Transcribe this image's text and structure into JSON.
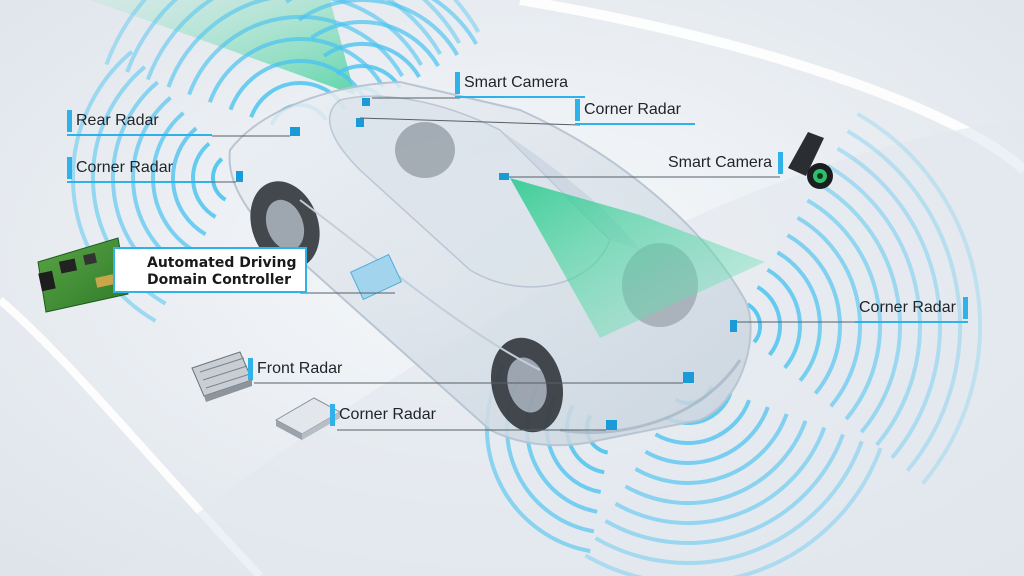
{
  "labels": {
    "smart_camera_top": "Smart Camera",
    "corner_radar_top": "Corner Radar",
    "rear_radar": "Rear Radar",
    "corner_radar_left": "Corner Radar",
    "smart_camera_right": "Smart Camera",
    "corner_radar_right": "Corner Radar",
    "front_radar": "Front Radar",
    "corner_radar_bottom": "Corner Radar"
  },
  "domain_controller": {
    "line1": "Automated Driving",
    "line2": "Domain Controller"
  },
  "colors": {
    "accent": "#2fb2ea",
    "radar_wave": "#4cc3f0",
    "camera_beam": "#3dd49a",
    "background": "#e9edf1"
  }
}
